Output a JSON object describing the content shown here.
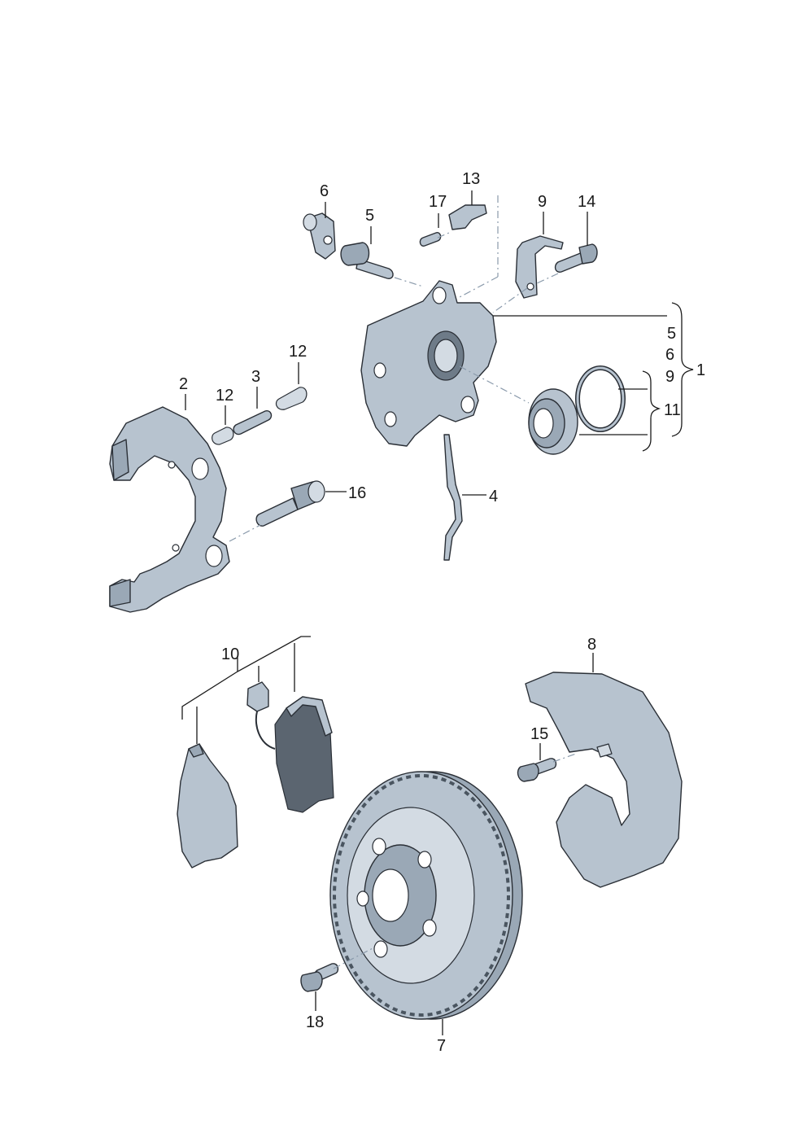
{
  "callouts": {
    "c1": "1",
    "c2": "2",
    "c3": "3",
    "c4": "4",
    "c5": "5",
    "c6": "6",
    "c7": "7",
    "c8": "8",
    "c9": "9",
    "c10": "10",
    "c12a": "12",
    "c12b": "12",
    "c13": "13",
    "c14": "14",
    "c15": "15",
    "c16": "16",
    "c17": "17",
    "c18": "18"
  },
  "group_1": {
    "i5": "5",
    "i6": "6",
    "i9": "9",
    "i11": "11"
  }
}
